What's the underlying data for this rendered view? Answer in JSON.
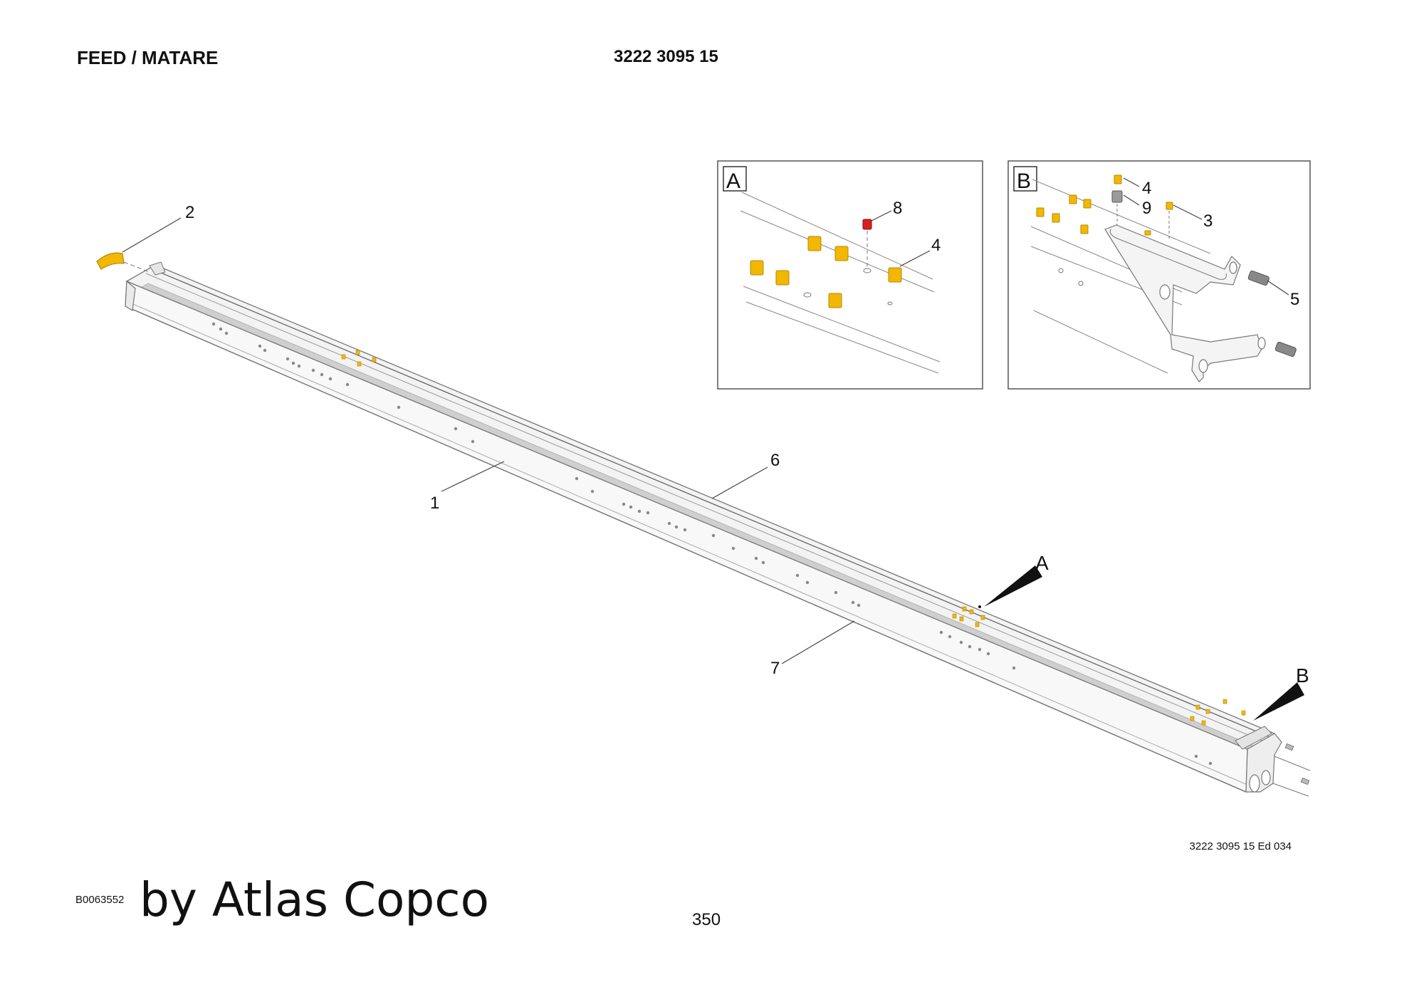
{
  "header": {
    "section_title": "FEED / MATARE",
    "part_number": "3222 3095 15"
  },
  "callouts": {
    "c1": "1",
    "c2": "2",
    "c6": "6",
    "c7": "7",
    "view_a": "A",
    "view_b": "B"
  },
  "detail_a": {
    "label": "A",
    "callouts": {
      "c8": "8",
      "c4": "4"
    }
  },
  "detail_b": {
    "label": "B",
    "callouts": {
      "c4": "4",
      "c9": "9",
      "c3": "3",
      "c5": "5"
    }
  },
  "footer": {
    "edition": "3222 3095 15 Ed 034",
    "doc_id": "B0063552",
    "brand": "by Atlas Copco",
    "page": "350"
  },
  "colors": {
    "part_highlight": "#f2b700",
    "part_red": "#d81e1e",
    "part_gray": "#9a9a9a",
    "line": "#555555"
  }
}
